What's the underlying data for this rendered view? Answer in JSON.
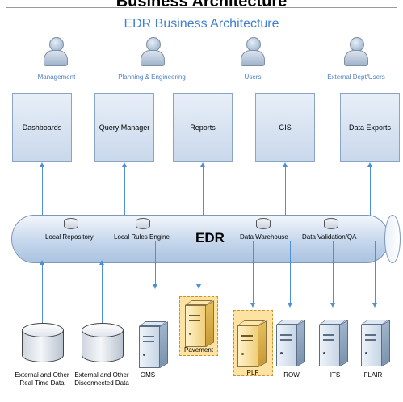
{
  "cut_off_title": "Business Architecture",
  "title": "EDR Business Architecture",
  "users": [
    {
      "label": "Management"
    },
    {
      "label": "Planning & Engineering"
    },
    {
      "label": "Users"
    },
    {
      "label": "External Dept/Users"
    }
  ],
  "outputs": [
    {
      "label": "Dashboards"
    },
    {
      "label": "Query Manager"
    },
    {
      "label": "Reports"
    },
    {
      "label": "GIS"
    },
    {
      "label": "Data Exports"
    }
  ],
  "bus": {
    "label": "EDR",
    "components": [
      {
        "label": "Local Repository"
      },
      {
        "label": "Local Rules Engine"
      },
      {
        "label": "Data Warehouse"
      },
      {
        "label": "Data Validation/QA"
      }
    ]
  },
  "sources": [
    {
      "label": "External and Other Real Time Data",
      "kind": "database"
    },
    {
      "label": "External and Other Disconnected Data",
      "kind": "database"
    },
    {
      "label": "OMS",
      "kind": "server"
    },
    {
      "label": "Pavement",
      "kind": "server",
      "highlighted": true
    },
    {
      "label": "PLF",
      "kind": "server",
      "highlighted": true
    },
    {
      "label": "ROW",
      "kind": "server"
    },
    {
      "label": "ITS",
      "kind": "server"
    },
    {
      "label": "FLAIR",
      "kind": "server"
    }
  ],
  "colors": {
    "title": "#3f7fcf",
    "arrow": "#4f8fd6",
    "highlight": "#fde2a2"
  }
}
